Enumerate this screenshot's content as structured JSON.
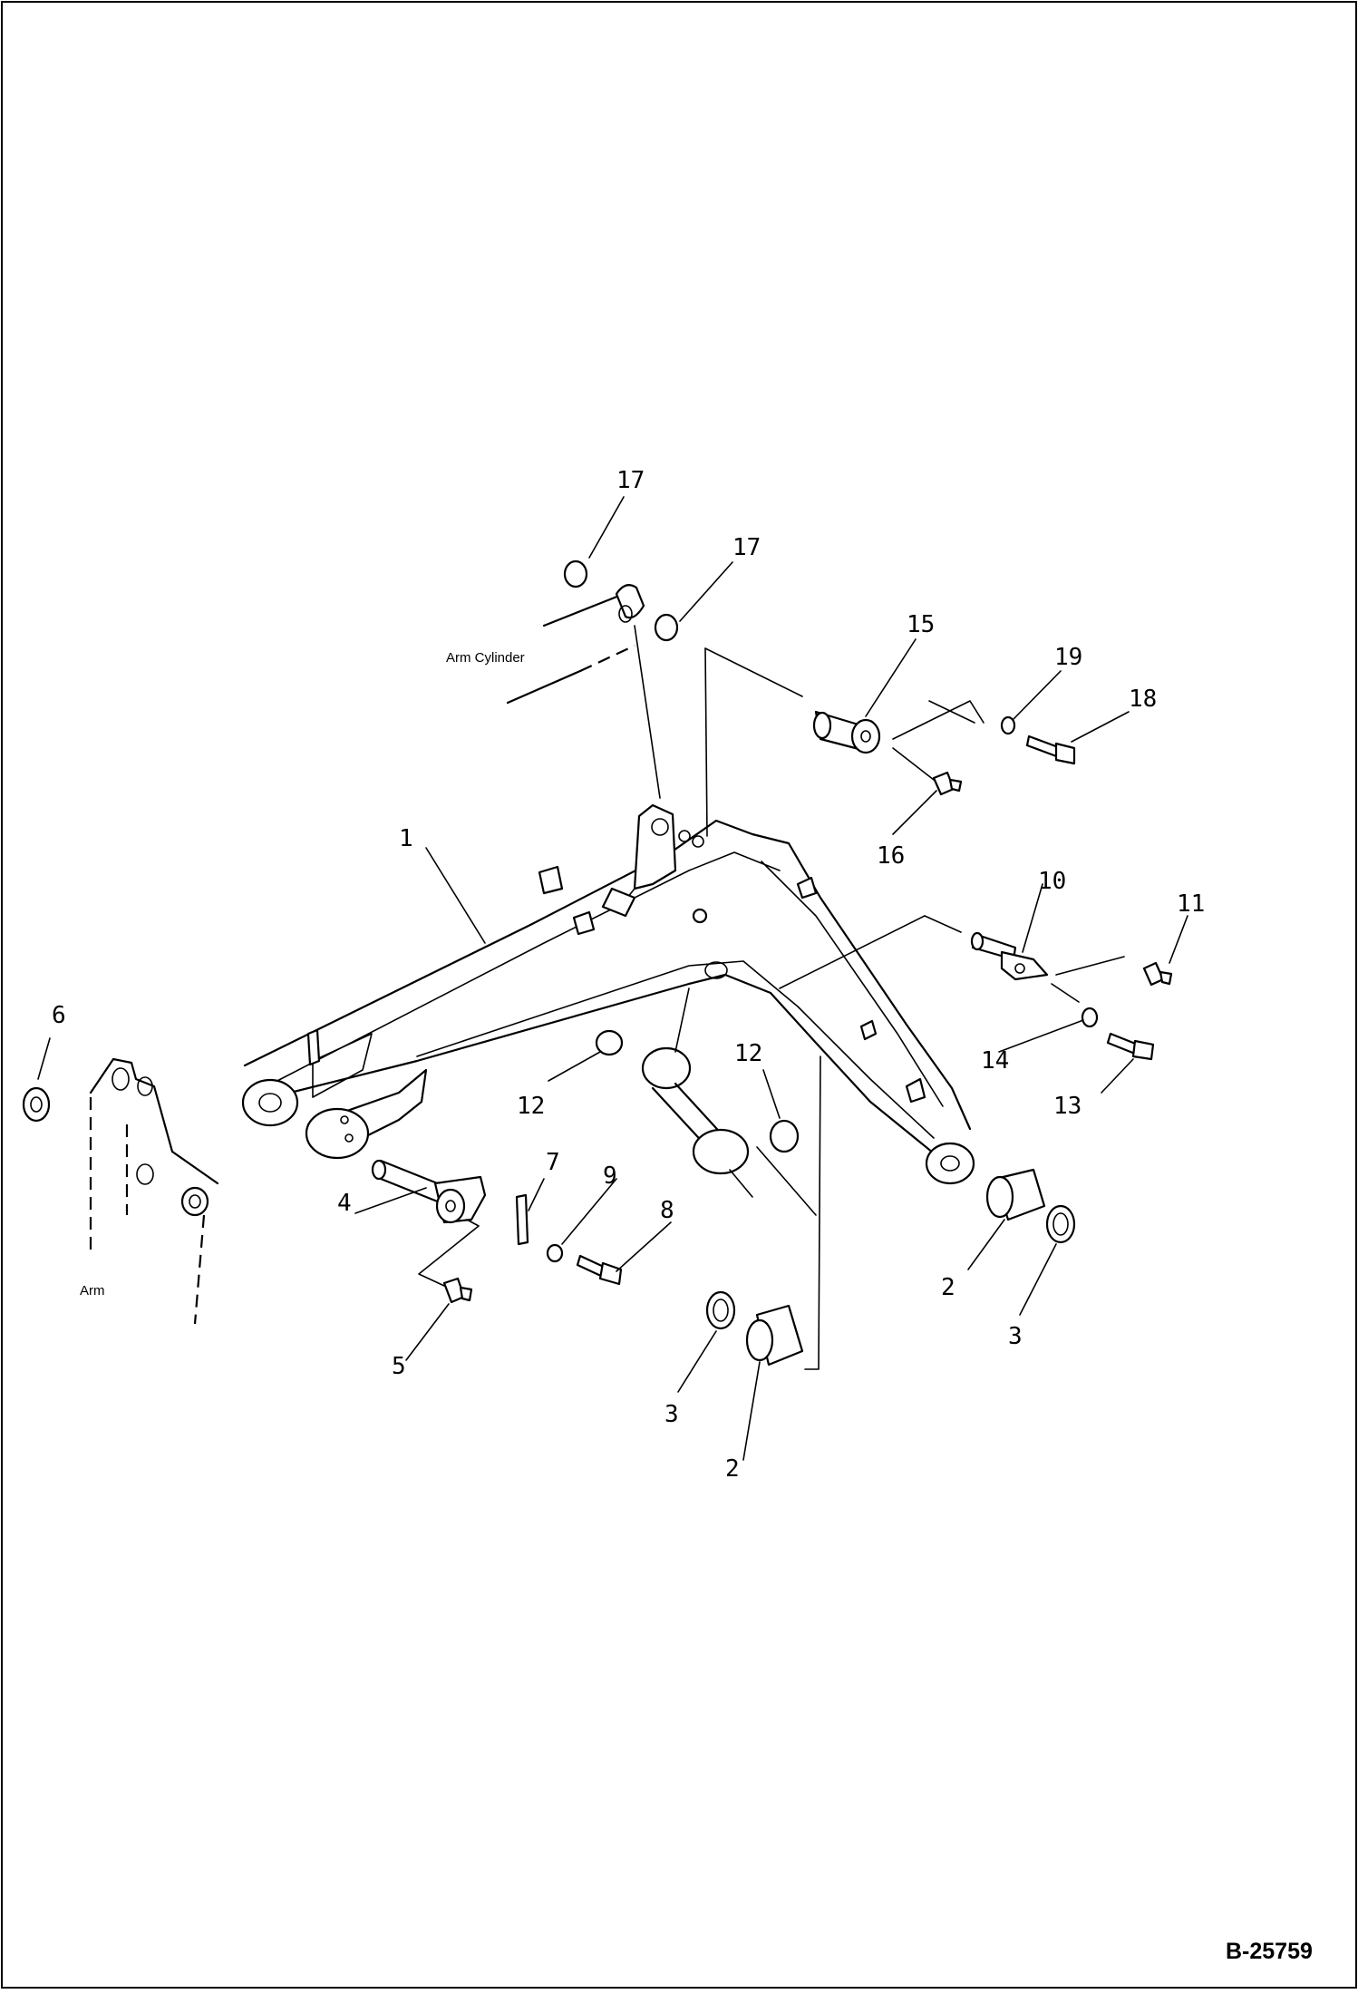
{
  "diagram": {
    "figure_number": "B-25759",
    "labels": {
      "arm_cylinder": "Arm Cylinder",
      "arm": "Arm"
    },
    "callouts": [
      "1",
      "2",
      "2",
      "3",
      "3",
      "4",
      "5",
      "6",
      "7",
      "8",
      "9",
      "10",
      "11",
      "12",
      "12",
      "13",
      "14",
      "15",
      "16",
      "17",
      "17",
      "18",
      "19"
    ]
  }
}
